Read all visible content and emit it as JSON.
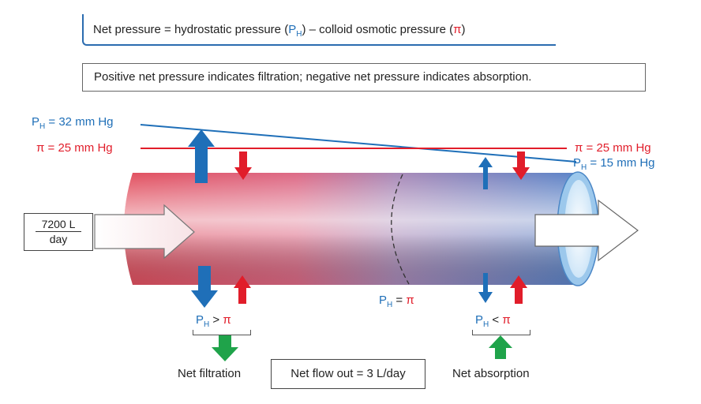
{
  "equation": {
    "prefix": "Net pressure = hydrostatic pressure (",
    "ph_main": "P",
    "ph_sub": "H",
    "middle": ") – colloid osmotic pressure (",
    "pi": "π",
    "suffix": ")"
  },
  "note": "Positive net pressure indicates filtration; negative net pressure indicates absorption.",
  "arterial": {
    "ph_label_main": "P",
    "ph_label_sub": "H",
    "ph_value": " = 32 mm Hg",
    "pi_label": "π",
    "pi_value": " = 25 mm Hg"
  },
  "venous": {
    "pi_label": "π",
    "pi_value": " = 25 mm Hg",
    "ph_label_main": "P",
    "ph_label_sub": "H",
    "ph_value": " = 15 mm Hg"
  },
  "inflow": {
    "numerator": "7200 L",
    "denominator": "day"
  },
  "middle_label": {
    "ph_main": "P",
    "ph_sub": "H",
    "rel": " = ",
    "pi": "π"
  },
  "left_compare": {
    "ph_main": "P",
    "ph_sub": "H",
    "rel": " > ",
    "pi": "π"
  },
  "right_compare": {
    "ph_main": "P",
    "ph_sub": "H",
    "rel": " < ",
    "pi": "π"
  },
  "net_filtration": "Net filtration",
  "net_absorption": "Net absorption",
  "net_flow_out": "Net flow out = 3 L/day",
  "colors": {
    "hydrostatic": "#1f6fb8",
    "osmotic": "#e11d2a",
    "net": "#1fa34a",
    "arterial_end": "#e2505f",
    "venous_end": "#5b84c8"
  }
}
